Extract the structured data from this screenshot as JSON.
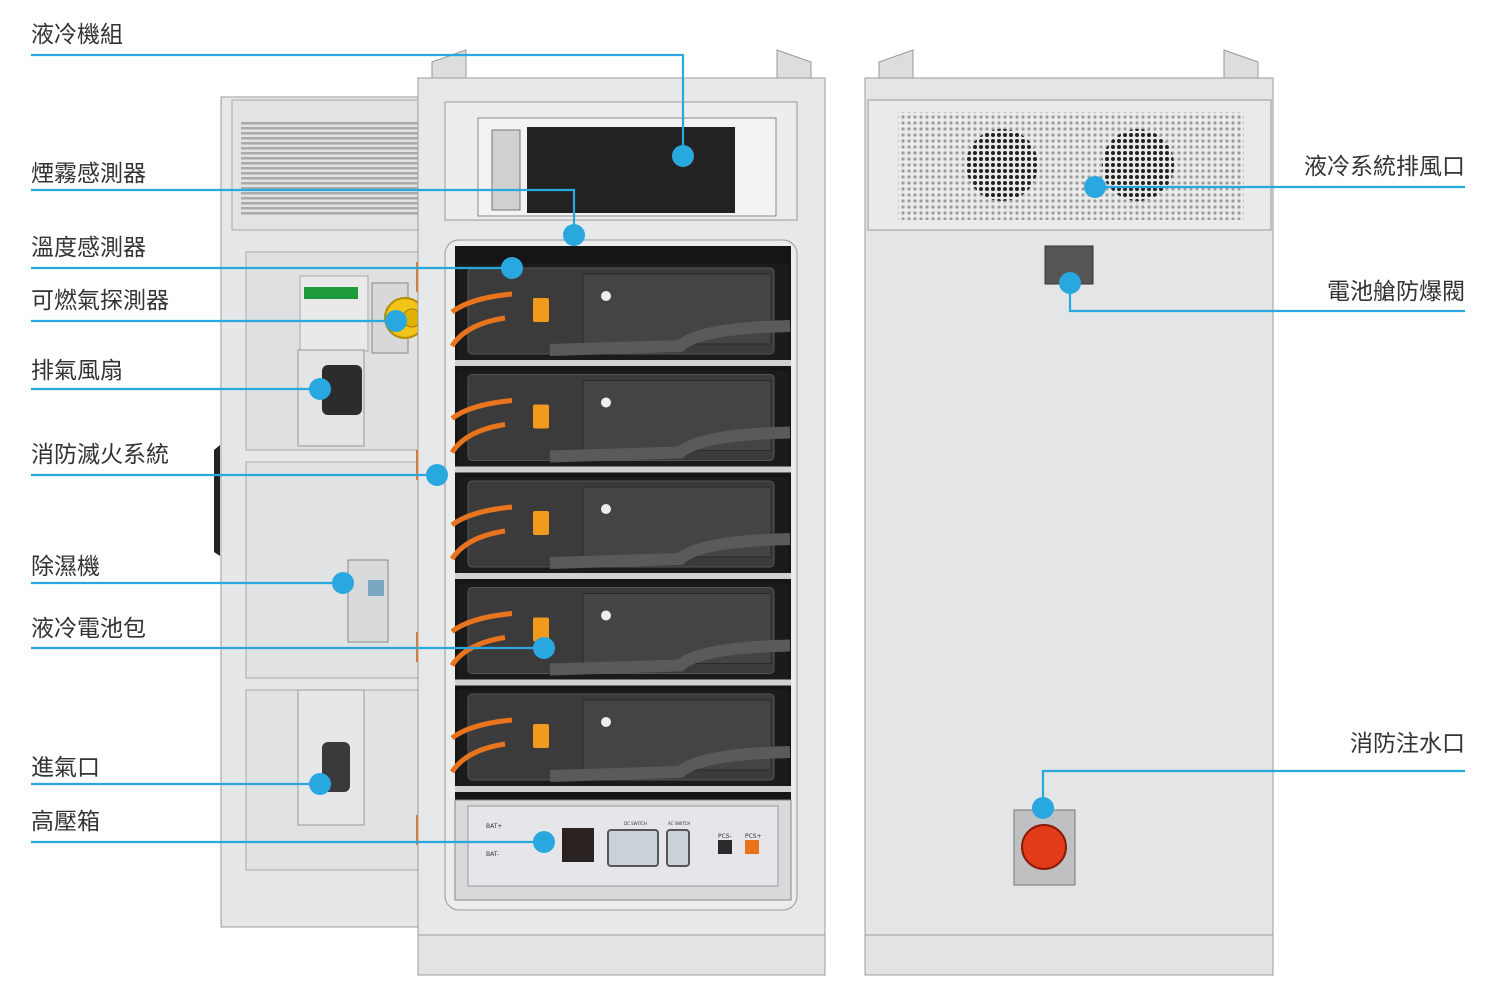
{
  "colors": {
    "leader": "#29a8e0",
    "cabinet": "#e4e5e6",
    "cabinet_edge": "#9a9c9e",
    "module": "#3a3a3b",
    "cable": "#e8741e"
  },
  "labels": {
    "liquid_cooling_unit": "液冷機組",
    "smoke_sensor": "煙霧感測器",
    "temperature_sensor": "溫度感測器",
    "gas_detector": "可燃氣探測器",
    "exhaust_fan": "排氣風扇",
    "fire_suppression": "消防滅火系統",
    "dehumidifier": "除濕機",
    "liquid_cooled_battery_pack": "液冷電池包",
    "air_inlet": "進氣口",
    "high_voltage_box": "高壓箱",
    "cooling_exhaust_vent": "液冷系統排風口",
    "explosion_relief_valve": "電池艙防爆閥",
    "fire_water_inlet": "消防注水口"
  },
  "hv_box": {
    "bat_plus": "BAT+",
    "bat_minus": "BAT-",
    "pcs_minus": "PCS-",
    "pcs_plus": "PCS+",
    "dc_switch": "DC SWITCH",
    "ac_switch": "AC SWITCH"
  },
  "battery_module_count": 5
}
